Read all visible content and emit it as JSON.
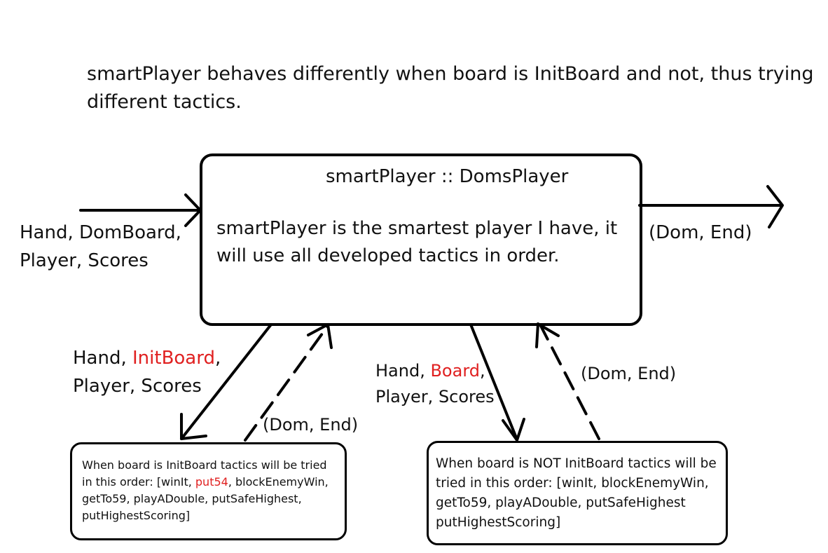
{
  "heading": {
    "line1": "smartPlayer behaves differently when board is InitBoard and not, thus trying",
    "line2": "different tactics."
  },
  "main_box": {
    "title": "smartPlayer :: DomsPlayer",
    "body_line1": "smartPlayer is the smartest player I have, it",
    "body_line2": "will use all developed tactics in order."
  },
  "input_label": {
    "line1": "Hand, DomBoard,",
    "line2": "Player, Scores"
  },
  "output_label": "(Dom, End)",
  "left_call_label": {
    "part1": "Hand, ",
    "highlight": "InitBoard",
    "part2": ",",
    "line2": "Player, Scores"
  },
  "left_return_label": "(Dom, End)",
  "right_call_label": {
    "part1": "Hand, ",
    "highlight": "Board",
    "part2": ",",
    "line2": "Player, Scores"
  },
  "right_return_label": "(Dom, End)",
  "left_box": {
    "line1": "When board is InitBoard tactics will be tried",
    "line2_part1": "in this order: [winIt, ",
    "line2_highlight": "put54",
    "line2_part2": ", blockEnemyWin,",
    "line3": "getTo59, playADouble, putSafeHighest,",
    "line4": "putHighestScoring]"
  },
  "right_box": {
    "line1": "When board is NOT InitBoard tactics will be",
    "line2": "tried in this order: [winIt, blockEnemyWin,",
    "line3": "getTo59, playADouble, putSafeHighest",
    "line4": "putHighestScoring]"
  },
  "colors": {
    "highlight": "#e02020",
    "stroke": "#000000"
  }
}
